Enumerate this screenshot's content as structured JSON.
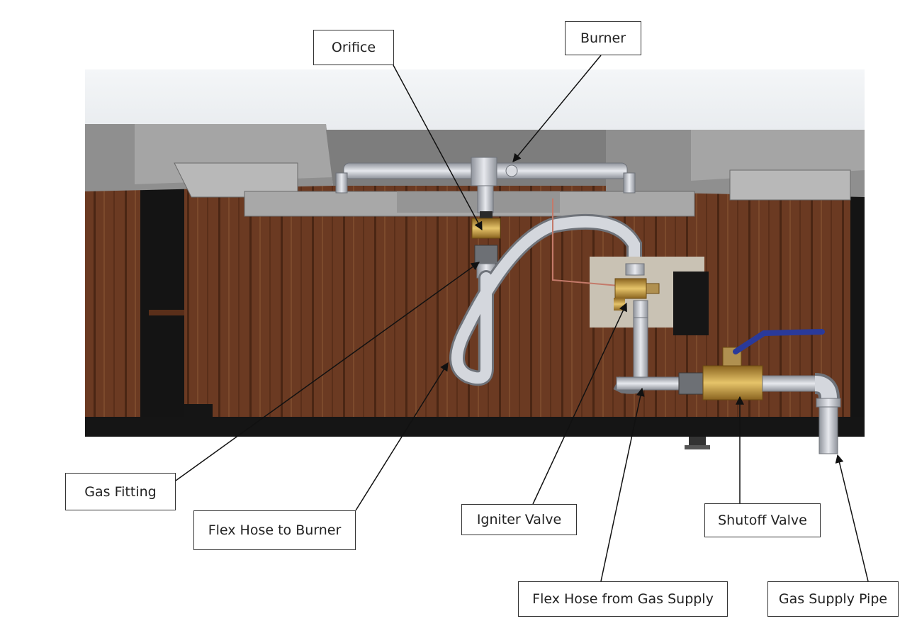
{
  "labels": {
    "orifice": "Orifice",
    "burner": "Burner",
    "gas_fitting": "Gas Fitting",
    "flex_hose_to_burner": "Flex Hose to Burner",
    "igniter_valve": "Igniter Valve",
    "shutoff_valve": "Shutoff Valve",
    "flex_hose_from_gas_supply": "Flex Hose from Gas Supply",
    "gas_supply_pipe": "Gas Supply Pipe"
  },
  "colors": {
    "wood": "#6b3a22",
    "wood_dark": "#4a2614",
    "concrete": "#9a9a9a",
    "pipe": "#c8cbd2",
    "brass": "#c9a040",
    "handle": "#2a3a9a",
    "frame": "#1a1a1a"
  }
}
